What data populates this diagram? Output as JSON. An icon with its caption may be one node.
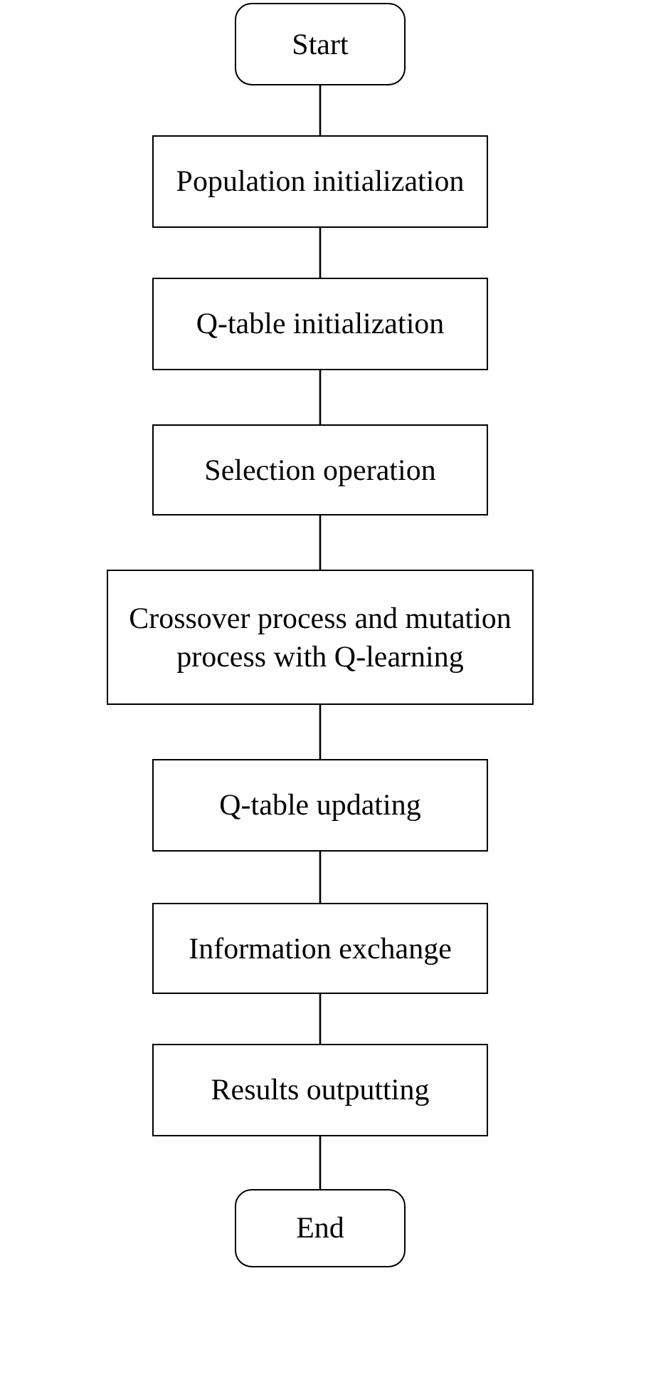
{
  "diagram": {
    "nodes": [
      {
        "text": [
          "Start"
        ]
      },
      {
        "text": [
          "Population initialization"
        ]
      },
      {
        "text": [
          "Q-table initialization"
        ]
      },
      {
        "text": [
          "Selection operation"
        ]
      },
      {
        "text": [
          "Crossover process and mutation process with Q-learning"
        ]
      },
      {
        "text": [
          "Q-table updating"
        ]
      },
      {
        "text": [
          "Information exchange"
        ]
      },
      {
        "text": [
          "Results outputting"
        ]
      },
      {
        "text": [
          "End"
        ]
      }
    ],
    "edges": [
      {
        "from": 0,
        "to": 1,
        "arrow": "none"
      },
      {
        "from": 1,
        "to": 2,
        "arrow": "none"
      },
      {
        "from": 2,
        "to": 3,
        "arrow": "none"
      },
      {
        "from": 3,
        "to": 4,
        "arrow": "none"
      },
      {
        "from": 4,
        "to": 5,
        "arrow": "none"
      },
      {
        "from": 5,
        "to": 6,
        "arrow": "none"
      },
      {
        "from": 6,
        "to": 7,
        "arrow": "none"
      },
      {
        "from": 7,
        "to": 8,
        "arrow": "none"
      }
    ]
  }
}
